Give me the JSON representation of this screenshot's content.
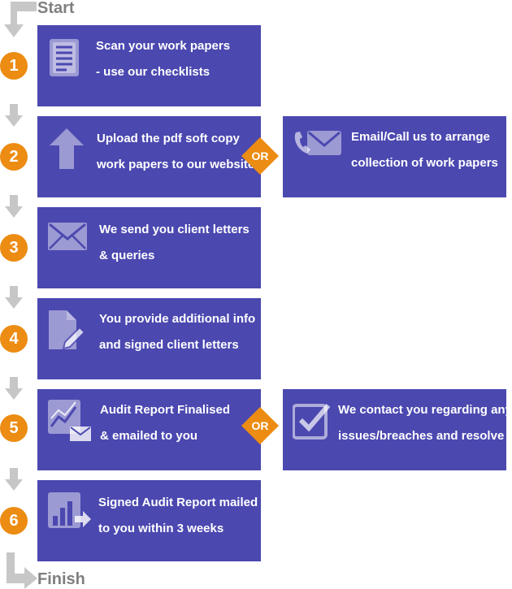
{
  "labels": {
    "start": "Start",
    "finish": "Finish",
    "or": "OR"
  },
  "steps": [
    {
      "number": "1",
      "line1": "Scan your work papers",
      "line2": "- use our checklists",
      "icon": "document-icon"
    },
    {
      "number": "2",
      "line1": "Upload the pdf soft copy",
      "line2": "work papers to our website",
      "icon": "upload-arrow-icon",
      "alt": {
        "line1": "Email/Call us to arrange",
        "line2": "collection of work papers",
        "icon": "phone-mail-icon"
      }
    },
    {
      "number": "3",
      "line1": "We send you client letters",
      "line2": "& queries",
      "icon": "envelope-icon"
    },
    {
      "number": "4",
      "line1": "You provide additional info",
      "line2": "and signed client letters",
      "icon": "document-pen-icon"
    },
    {
      "number": "5",
      "line1": "Audit Report Finalised",
      "line2": "& emailed to you",
      "icon": "chart-mail-icon",
      "alt": {
        "line1": "We contact you regarding any",
        "line2": "issues/breaches and resolve",
        "icon": "checkbox-icon"
      }
    },
    {
      "number": "6",
      "line1": "Signed Audit Report mailed",
      "line2": "to you within 3 weeks",
      "icon": "bar-chart-arrow-icon"
    }
  ],
  "colors": {
    "box": "#4b48b0",
    "badge": "#ec8c12",
    "arrow": "#c7c7c7",
    "label": "#7f7f7f"
  }
}
